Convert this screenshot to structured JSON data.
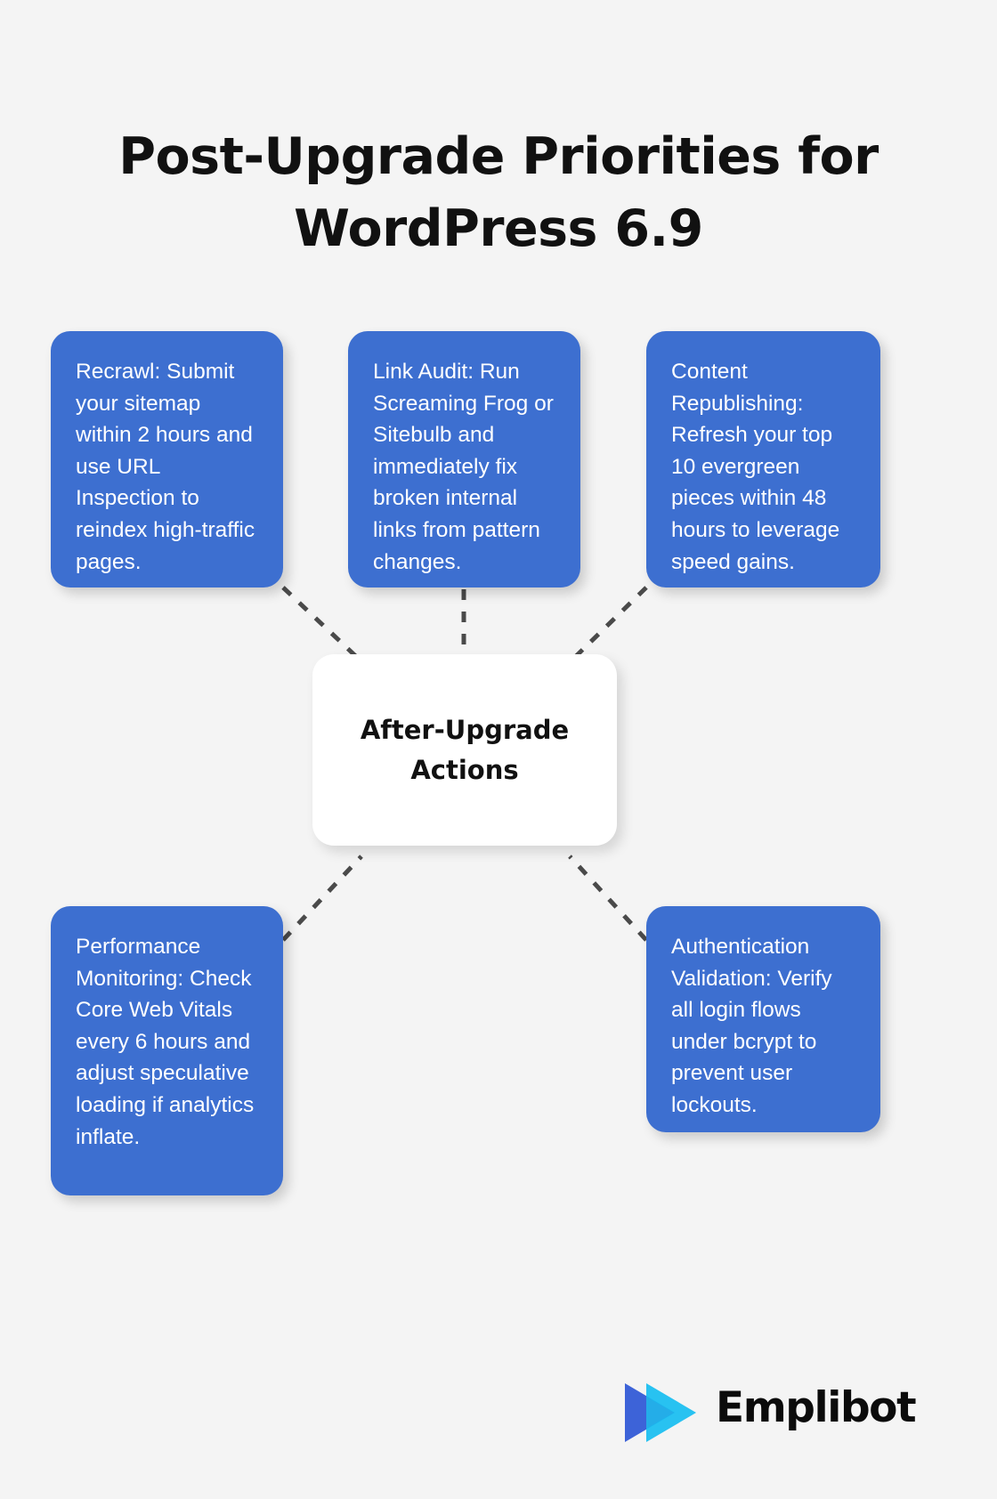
{
  "page": {
    "background_color": "#f4f4f4",
    "title": "Post-Upgrade Priorities for WordPress 6.9"
  },
  "center": {
    "label": "After-Upgrade Actions",
    "background_color": "#ffffff",
    "text_color": "#111111"
  },
  "nodes": [
    {
      "id": "recrawl",
      "name": "Recrawl",
      "text": "Recrawl: Submit your sitemap within 2 hours and use URL Inspection to reindex high-traffic pages.",
      "color": "#3d6fd0"
    },
    {
      "id": "link-audit",
      "name": "Link Audit",
      "text": "Link Audit: Run Screaming Frog or Sitebulb and immediately fix broken internal links from pattern changes.",
      "color": "#3d6fd0"
    },
    {
      "id": "content-republishing",
      "name": "Content Republishing",
      "text": "Content Republishing: Refresh your top 10 evergreen pieces within 48 hours to leverage speed gains.",
      "color": "#3d6fd0"
    },
    {
      "id": "performance-monitoring",
      "name": "Performance Monitoring",
      "text": "Performance Monitoring: Check Core Web Vitals every 6 hours and adjust speculative loading if analytics inflate.",
      "color": "#3d6fd0"
    },
    {
      "id": "authentication-validation",
      "name": "Authentication Validation",
      "text": "Authentication Validation: Verify all login flows under bcrypt to prevent user lockouts.",
      "color": "#3d6fd0"
    }
  ],
  "connectors": {
    "style": "dashed",
    "color": "#4a4a4a",
    "width": 5
  },
  "logo": {
    "wordmark": "Emplibot",
    "mark_icon": "double-play-triangle-icon",
    "color_primary": "#3d63d8",
    "color_secondary": "#16bdf0",
    "text_color": "#0b0b0b"
  }
}
